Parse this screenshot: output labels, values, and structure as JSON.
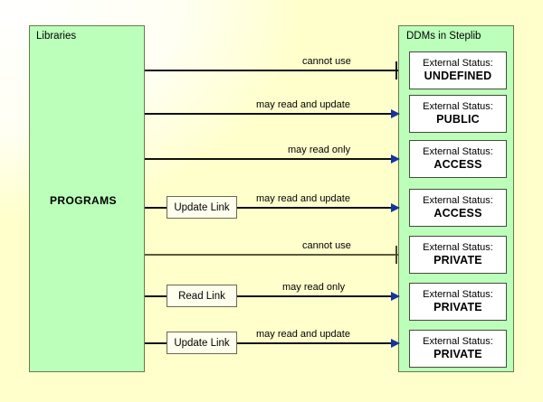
{
  "diagram": {
    "title_left": "Libraries",
    "title_right": "DDMs in Steplib",
    "left_center_label": "PROGRAMS",
    "colors": {
      "canvas_background": "#ffffcc",
      "panel_fill": "#bbffbb",
      "panel_border": "#6a7a4a",
      "box_fill": "#ffffff",
      "link_box_fill": "#ffffee",
      "line": "#111111",
      "arrow_head": "#16349c"
    },
    "status_prefix": "External Status:",
    "rows": [
      {
        "edge_label": "cannot use",
        "terminator": "stop-bar",
        "link_box": null,
        "status_prefix": "External Status:",
        "status": "UNDEFINED"
      },
      {
        "edge_label": "may read and update",
        "terminator": "arrow",
        "link_box": null,
        "status_prefix": "External Status:",
        "status": "PUBLIC"
      },
      {
        "edge_label": "may read only",
        "terminator": "arrow",
        "link_box": null,
        "status_prefix": "External Status:",
        "status": "ACCESS"
      },
      {
        "edge_label": "may read and update",
        "terminator": "arrow",
        "link_box": "Update Link",
        "status_prefix": "External Status:",
        "status": "ACCESS"
      },
      {
        "edge_label": "cannot use",
        "terminator": "stop-bar",
        "link_box": null,
        "status_prefix": "External Status:",
        "status": "PRIVATE"
      },
      {
        "edge_label": "may read only",
        "terminator": "arrow",
        "link_box": "Read Link",
        "status_prefix": "External Status:",
        "status": "PRIVATE"
      },
      {
        "edge_label": "may read and update",
        "terminator": "arrow",
        "link_box": "Update Link",
        "status_prefix": "External Status:",
        "status": "PRIVATE"
      }
    ]
  }
}
